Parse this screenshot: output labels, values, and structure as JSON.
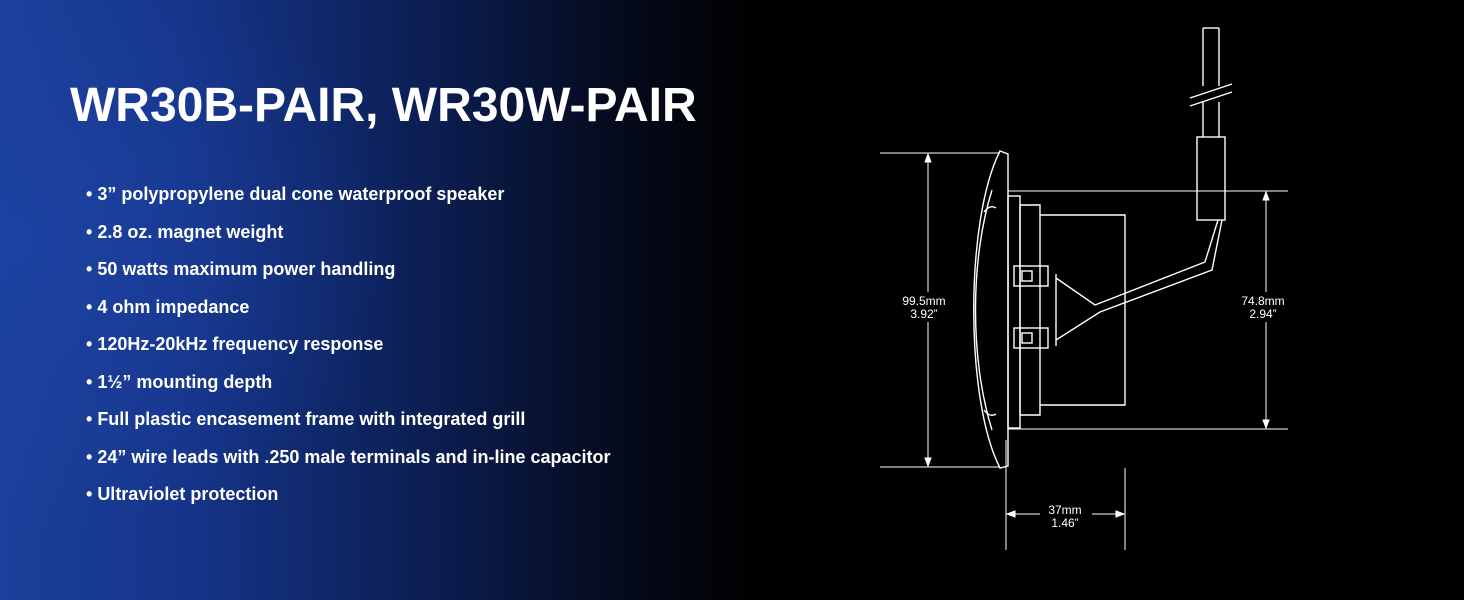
{
  "title": "WR30B-PAIR, WR30W-PAIR",
  "features": [
    "3” polypropylene dual cone waterproof speaker",
    "2.8 oz. magnet weight",
    "50 watts maximum power handling",
    "4 ohm impedance",
    "120Hz-20kHz frequency response",
    "1½” mounting depth",
    "Full plastic encasement frame with integrated grill",
    "24” wire leads with .250 male terminals and in-line capacitor",
    "Ultraviolet protection"
  ],
  "diagram": {
    "outer_diameter_mm": "99.5mm",
    "outer_diameter_in": "3.92”",
    "mount_diameter_mm": "74.8mm",
    "mount_diameter_in": "2.94”",
    "depth_mm": "37mm",
    "depth_in": "1.46”"
  },
  "colors": {
    "accent_blue": "#1b3f9a",
    "text": "#ffffff",
    "background": "#000000"
  }
}
